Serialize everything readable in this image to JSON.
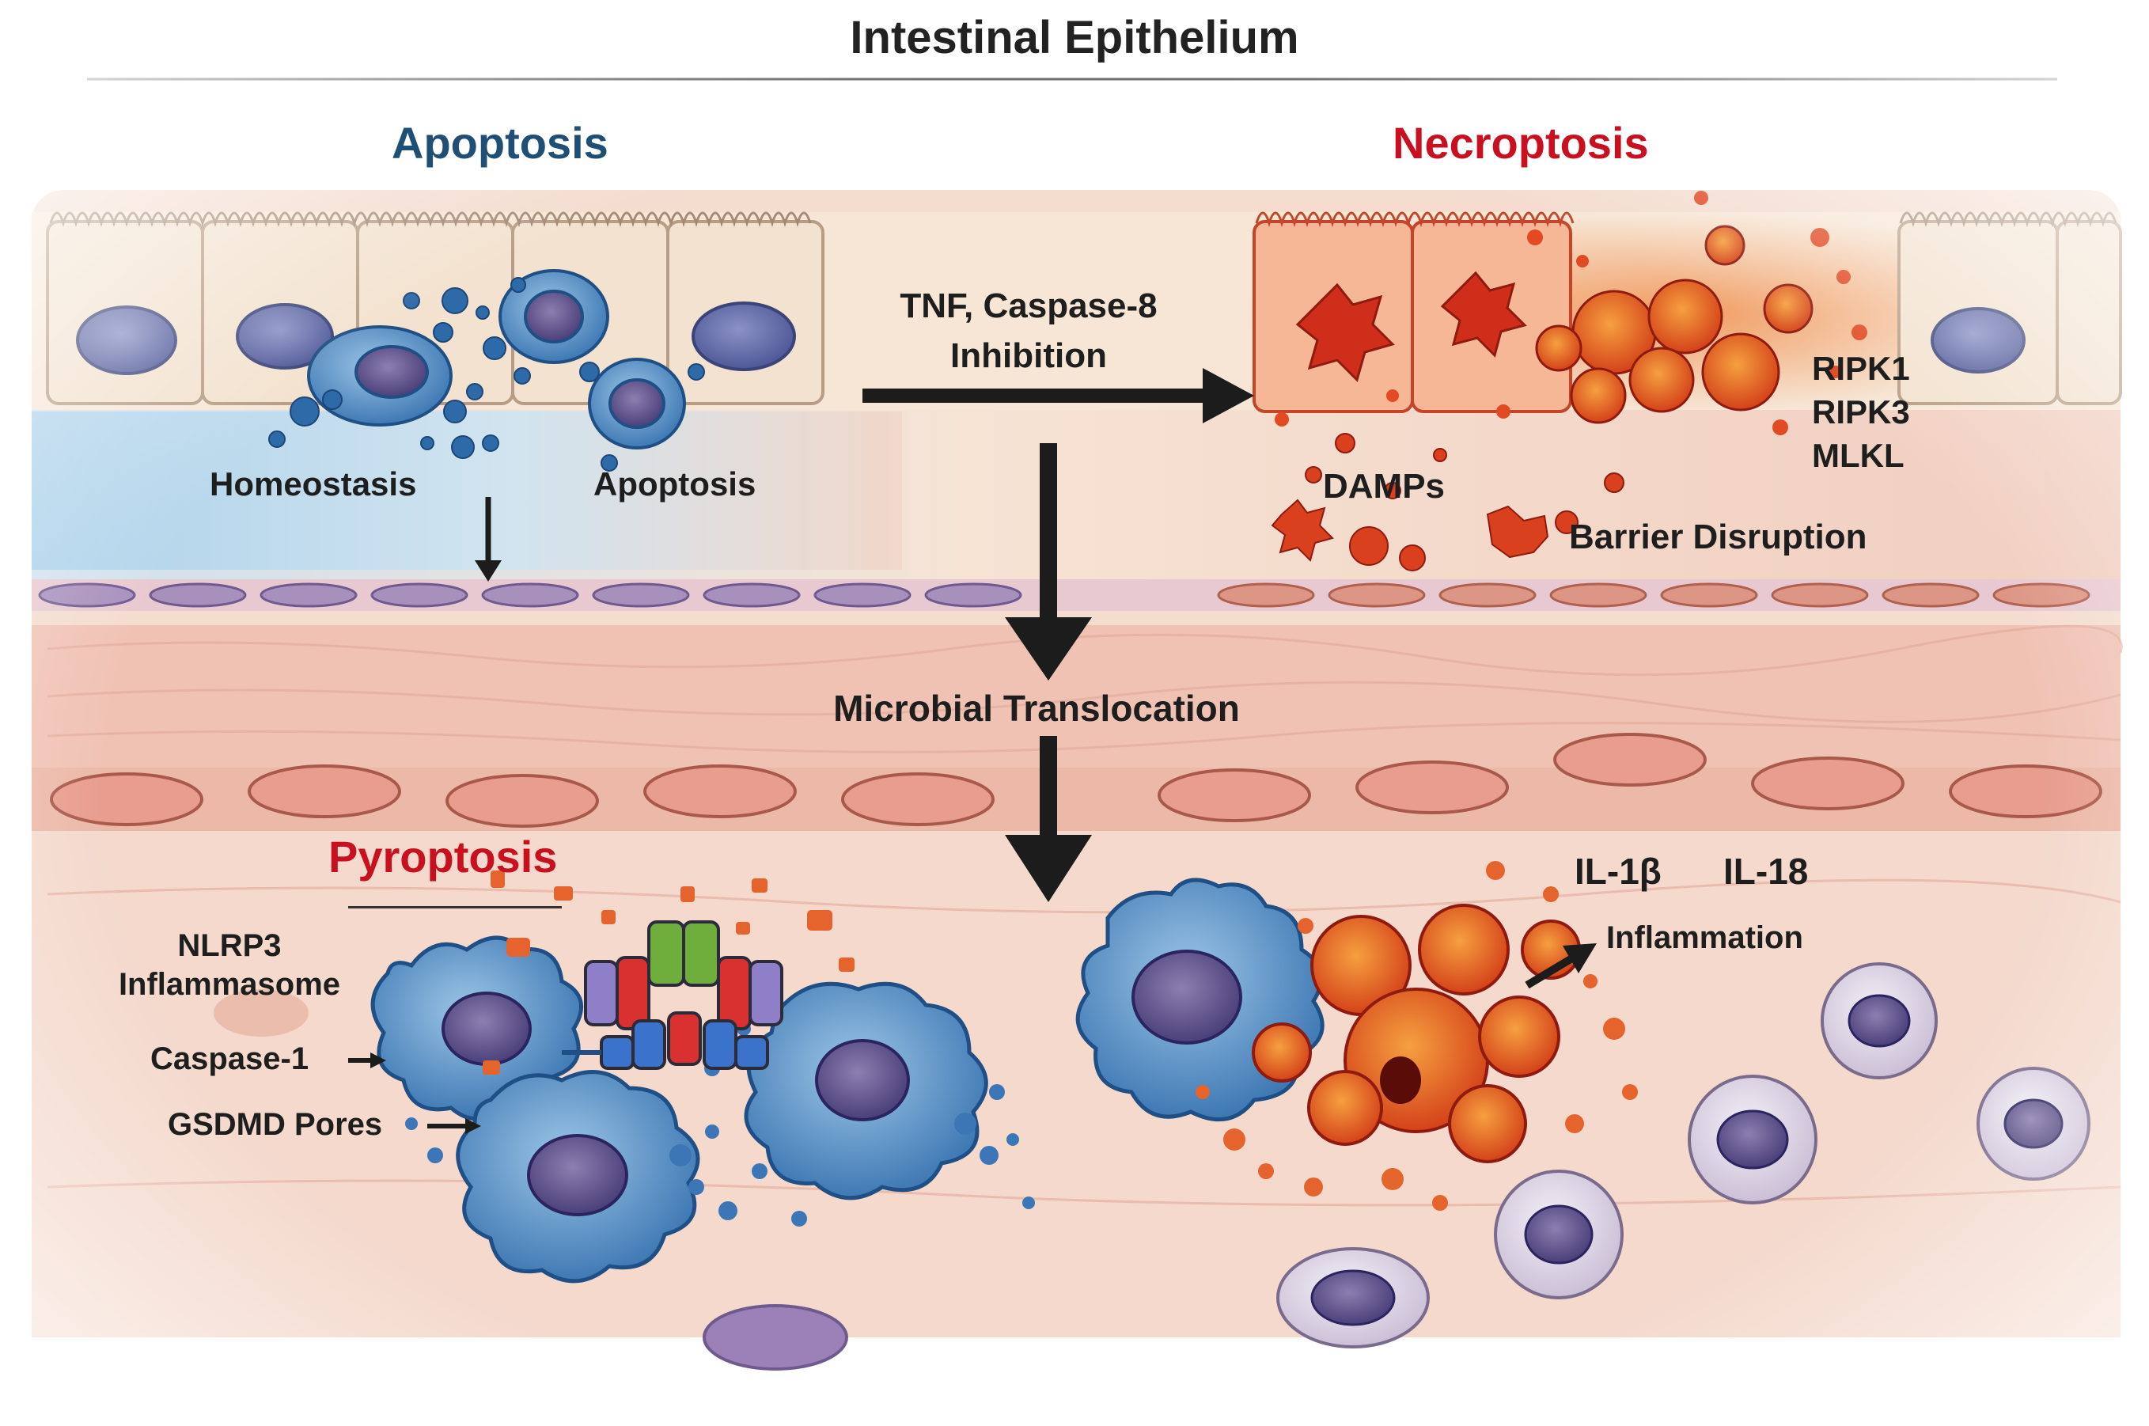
{
  "title": "Intestinal Epithelium",
  "colors": {
    "apoptosis_heading": "#1f4f74",
    "necroptosis_heading": "#c8101e",
    "pyroptosis_heading": "#c8101e",
    "label_text": "#1e1e1e",
    "arrow": "#1c1c1c",
    "tissue": "#f2cdbe",
    "apoptotic_cells": "#4b84bd",
    "necrotic_debris": "#d8401e"
  },
  "sections": {
    "apoptosis": {
      "heading": "Apoptosis",
      "labels": {
        "homeostasis": "Homeostasis",
        "apoptosis": "Apoptosis"
      }
    },
    "necroptosis": {
      "heading": "Necroptosis",
      "markers": [
        "RIPK1",
        "RIPK3",
        "MLKL"
      ],
      "labels": {
        "damps": "DAMPs",
        "barrier": "Barrier Disruption"
      }
    },
    "pyroptosis": {
      "heading": "Pyroptosis",
      "labels": {
        "nlrp3_line1": "NLRP3",
        "nlrp3_line2": "Inflammasome",
        "caspase1": "Caspase-1",
        "gsdmd": "GSDMD Pores"
      }
    }
  },
  "pathway": {
    "trigger_line1": "TNF, Caspase-8",
    "trigger_line2": "Inhibition",
    "translocation": "Microbial Translocation"
  },
  "inflammation": {
    "cytokine1": "IL-1β",
    "cytokine2": "IL-18",
    "label": "Inflammation"
  }
}
